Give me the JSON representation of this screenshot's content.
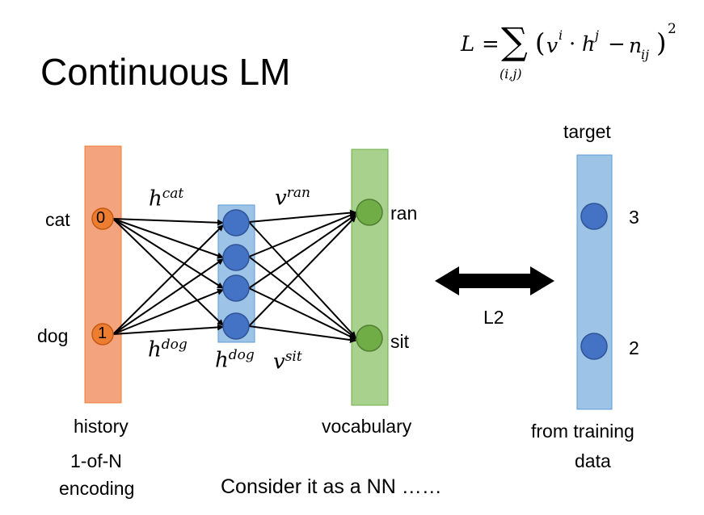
{
  "slide": {
    "title": "Continuous LM",
    "subtitle": "Consider it as a NN ……"
  },
  "formula": {
    "lhs": "L",
    "equals": "=",
    "sum_symbol": "∑",
    "sum_index": "(i,j)",
    "open_paren": "(",
    "v": "v",
    "v_sup": "i",
    "dot": "·",
    "h": "h",
    "h_sup": "j",
    "minus": "−",
    "n": "n",
    "n_sub": "ij",
    "close_paren": ")",
    "power": "2"
  },
  "input_layer": {
    "words": [
      "cat",
      "dog"
    ],
    "values": [
      "0",
      "1"
    ],
    "caption_line1": "history",
    "caption_line2": "1-of-N",
    "caption_line3": "encoding",
    "color": "#f4a37f",
    "node_color": "#ed7d31"
  },
  "hidden_layer": {
    "edge_label_top_base": "h",
    "edge_label_top_sup": "cat",
    "edge_label_bottom_base": "h",
    "edge_label_bottom_sup": "dog",
    "layer_label_base": "h",
    "layer_label_sup": "dog",
    "color": "#9dc3e6",
    "node_color": "#4472c4"
  },
  "output_layer": {
    "words": [
      "ran",
      "sit"
    ],
    "edge_label_top_base": "v",
    "edge_label_top_sup": "ran",
    "edge_label_bottom_base": "v",
    "edge_label_bottom_sup": "sit",
    "caption": "vocabulary",
    "color": "#a9d18e",
    "node_color": "#70ad47"
  },
  "target": {
    "header": "target",
    "values": [
      "3",
      "2"
    ],
    "caption_line1": "from training",
    "caption_line2": "data",
    "color": "#9dc3e6",
    "node_color": "#4472c4"
  },
  "connector": {
    "label": "L2"
  }
}
